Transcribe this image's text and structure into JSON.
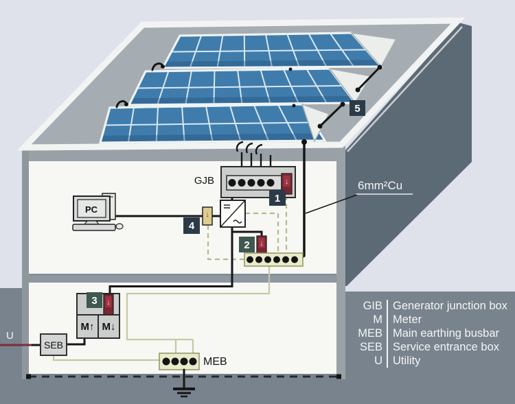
{
  "markers": [
    "1",
    "2",
    "3",
    "4",
    "5"
  ],
  "labels": {
    "gjb": "GJB",
    "pc": "PC",
    "seb": "SEB",
    "meb": "MEB",
    "utility": "U",
    "meter_import": "M↑",
    "meter_export": "M↓",
    "cable_spec": "6mm²Cu"
  },
  "icons": {
    "arrester_arrow": "↓"
  },
  "legend": {
    "rows": [
      {
        "abbr": "GIB",
        "desc": "Generator junction box"
      },
      {
        "abbr": "M",
        "desc": "Meter"
      },
      {
        "abbr": "MEB",
        "desc": "Main earthing busbar"
      },
      {
        "abbr": "SEB",
        "desc": "Service entrance box"
      },
      {
        "abbr": "U",
        "desc": "Utility"
      }
    ]
  },
  "colors": {
    "background": "#dfe1eb",
    "surround_grey": "#78838d",
    "roof_grey": "#a6adb2",
    "wall_dark": "#5c6a76",
    "panel_blue": "#3f7cab",
    "arrester_red": "#7c2533",
    "marker_navy": "#2c3a47",
    "marker_green": "#3f5850",
    "earth_wire_khaki": "#b5b98c",
    "utility_maroon": "#7b2d3a"
  }
}
